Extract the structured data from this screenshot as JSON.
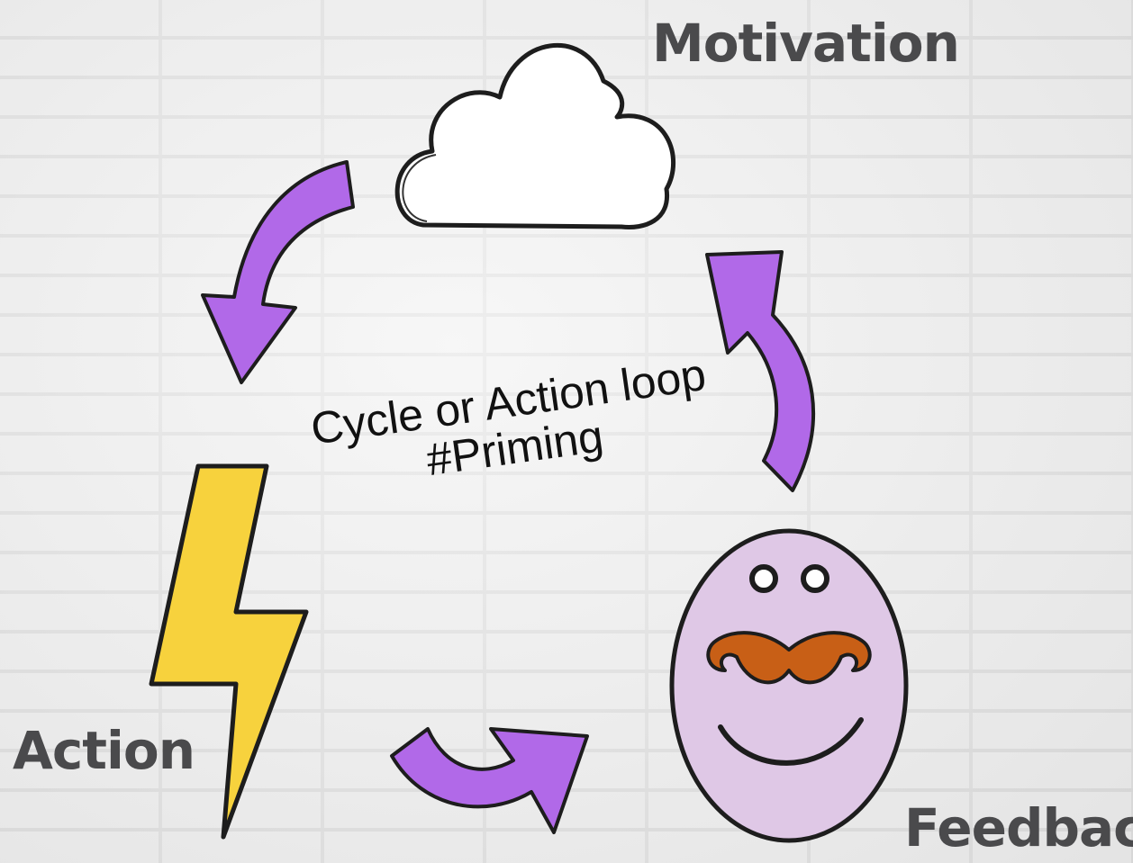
{
  "diagram": {
    "labels": {
      "motivation": "Motivation",
      "action": "Action",
      "feedback": "Feedback"
    },
    "center": {
      "line1": "Cycle or Action loop",
      "line2": "#Priming"
    }
  },
  "colors": {
    "arrow": "#b169e8",
    "bolt": "#f7d23d",
    "face": "#dfc8e6",
    "mustache": "#c85f16",
    "label": "#4a4a4c"
  },
  "icons": [
    "cloud-icon",
    "lightning-bolt-icon",
    "face-with-mustache-icon",
    "curved-arrow-icon"
  ]
}
